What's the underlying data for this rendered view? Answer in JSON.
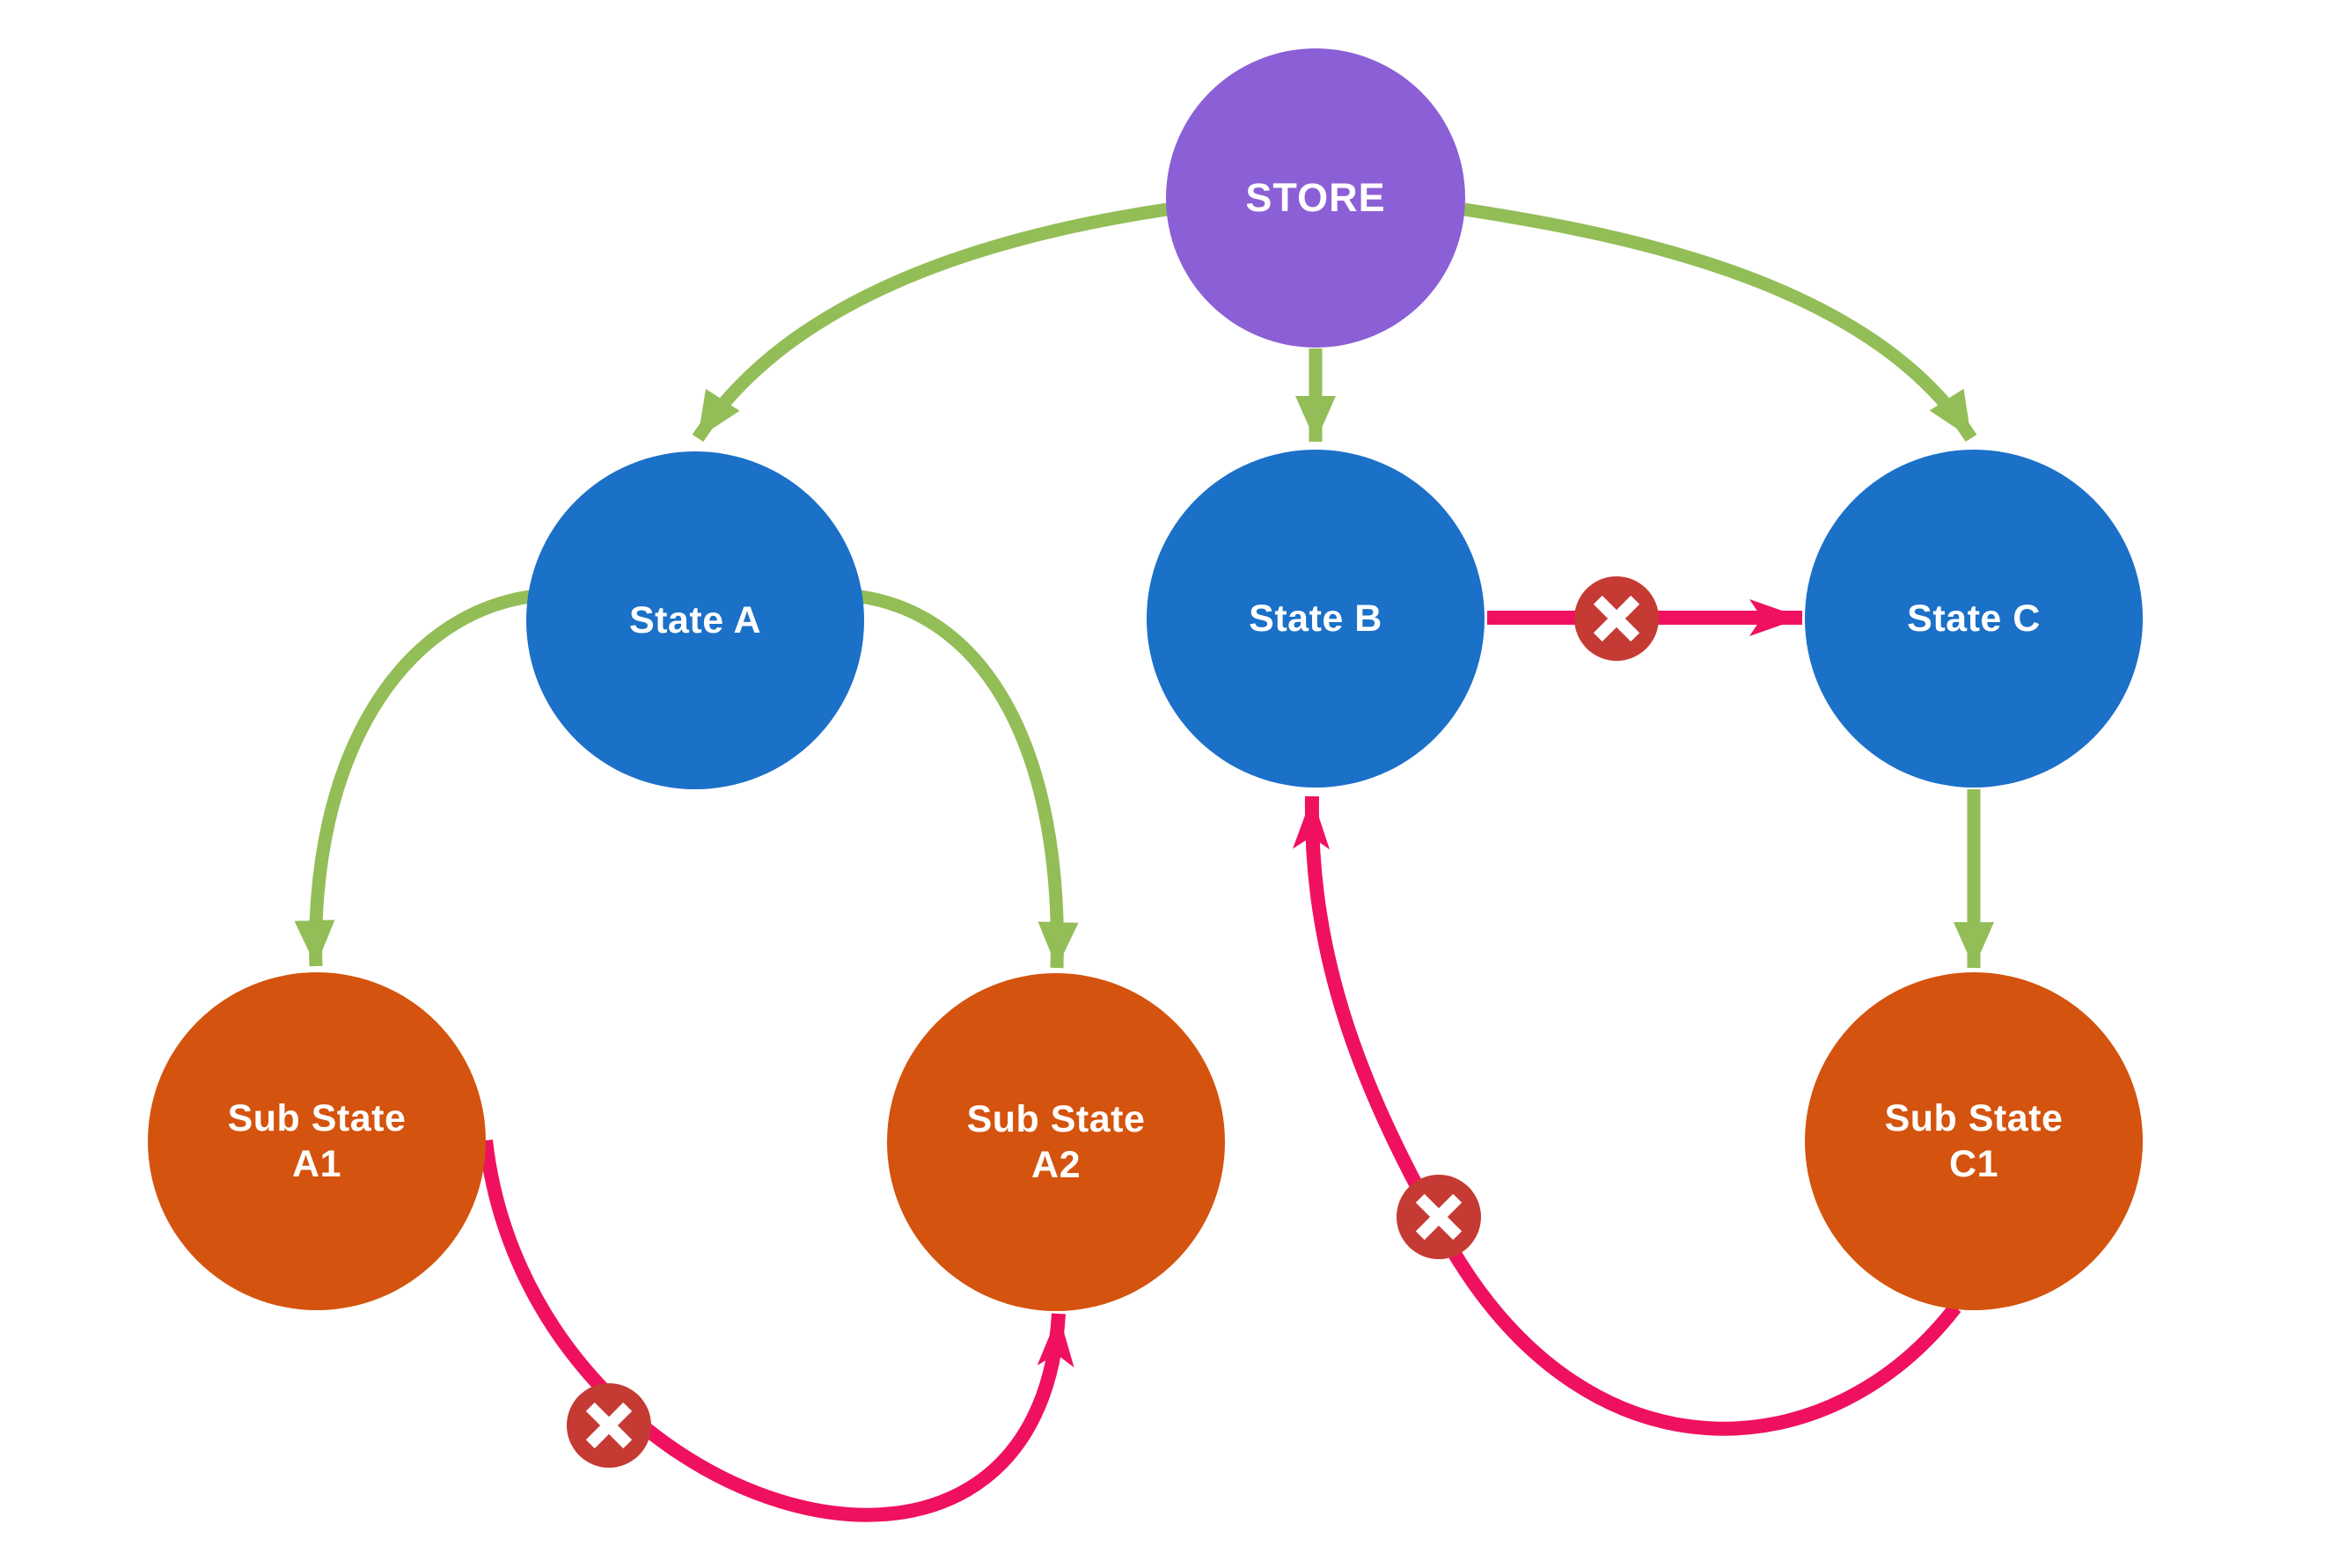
{
  "diagram": {
    "type": "state-flow-diagram",
    "nodes": {
      "store": {
        "label": "STORE",
        "color": "#8b5fd5",
        "role": "root store"
      },
      "state_a": {
        "label": "State A",
        "color": "#1b70c8",
        "role": "state"
      },
      "state_b": {
        "label": "State B",
        "color": "#1b70c8",
        "role": "state"
      },
      "state_c": {
        "label": "State C",
        "color": "#1b70c8",
        "role": "state"
      },
      "sub_a1": {
        "label_line1": "Sub State",
        "label_line2": "A1",
        "color": "#d4530e",
        "role": "sub-state"
      },
      "sub_a2": {
        "label_line1": "Sub State",
        "label_line2": "A2",
        "color": "#d4530e",
        "role": "sub-state"
      },
      "sub_c1": {
        "label_line1": "Sub State",
        "label_line2": "C1",
        "color": "#d4530e",
        "role": "sub-state"
      }
    },
    "edges": [
      {
        "from": "STORE",
        "to": "State A",
        "status": "allowed",
        "color": "#93bd57"
      },
      {
        "from": "STORE",
        "to": "State B",
        "status": "allowed",
        "color": "#93bd57"
      },
      {
        "from": "STORE",
        "to": "State C",
        "status": "allowed",
        "color": "#93bd57"
      },
      {
        "from": "State A",
        "to": "Sub State A1",
        "status": "allowed",
        "color": "#93bd57"
      },
      {
        "from": "State A",
        "to": "Sub State A2",
        "status": "allowed",
        "color": "#93bd57"
      },
      {
        "from": "State C",
        "to": "Sub State C1",
        "status": "allowed",
        "color": "#93bd57"
      },
      {
        "from": "State B",
        "to": "State C",
        "status": "blocked",
        "color": "#f01060"
      },
      {
        "from": "Sub State A1",
        "to": "Sub State A2",
        "status": "blocked",
        "color": "#f01060"
      },
      {
        "from": "Sub State C1",
        "to": "State B",
        "status": "blocked",
        "color": "#f01060"
      }
    ],
    "colors": {
      "allowed_arrow": "#93bd57",
      "blocked_arrow": "#f01060",
      "blocked_badge": "#c53a33",
      "badge_cross": "#ffffff",
      "background": "#ffffff",
      "label_text": "#ffffff"
    }
  }
}
